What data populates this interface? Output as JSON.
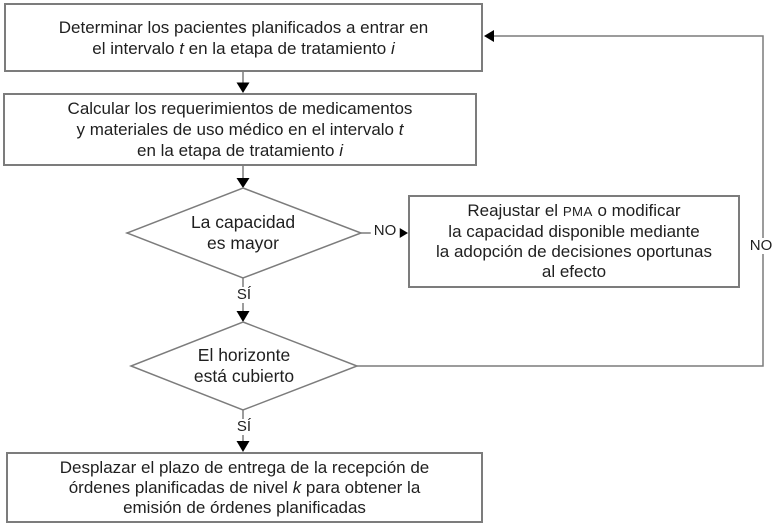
{
  "flow": {
    "boxes": {
      "determine": {
        "lines": [
          [
            {
              "t": "Determinar los pacientes planificados a entrar en"
            }
          ],
          [
            {
              "t": "el intervalo "
            },
            {
              "t": "t",
              "i": true
            },
            {
              "t": " en la etapa de tratamiento "
            },
            {
              "t": "i",
              "i": true
            }
          ]
        ]
      },
      "calculate": {
        "lines": [
          [
            {
              "t": "Calcular los requerimientos de medicamentos"
            }
          ],
          [
            {
              "t": "y materiales de uso médico en el intervalo "
            },
            {
              "t": "t",
              "i": true
            }
          ],
          [
            {
              "t": "en la etapa de tratamiento "
            },
            {
              "t": "i",
              "i": true
            }
          ]
        ]
      },
      "readjust": {
        "lines": [
          [
            {
              "t": "Reajustar el "
            },
            {
              "t": "PMA",
              "sc": true
            },
            {
              "t": " o modificar"
            }
          ],
          [
            {
              "t": "la capacidad disponible mediante"
            }
          ],
          [
            {
              "t": "la adopción de decisiones oportunas"
            }
          ],
          [
            {
              "t": "al efecto"
            }
          ]
        ]
      },
      "shift": {
        "lines": [
          [
            {
              "t": "Desplazar el plazo de entrega de la recepción de"
            }
          ],
          [
            {
              "t": "órdenes planificadas de nivel "
            },
            {
              "t": "k",
              "i": true
            },
            {
              "t": " para obtener la"
            }
          ],
          [
            {
              "t": "emisión de órdenes planificadas"
            }
          ]
        ]
      }
    },
    "decisions": {
      "capacity": {
        "line1": "La capacidad",
        "line2": "es mayor"
      },
      "horizon": {
        "line1": "El horizonte",
        "line2": "está cubierto"
      }
    },
    "labels": {
      "capacity_no": "NO",
      "capacity_yes": "SÍ",
      "horizon_no": "NO",
      "horizon_yes": "SÍ"
    },
    "colors": {
      "line": "#7c7c7c",
      "arrowhead": "#000000",
      "text": "#1f1f1f",
      "background": "#ffffff"
    }
  }
}
